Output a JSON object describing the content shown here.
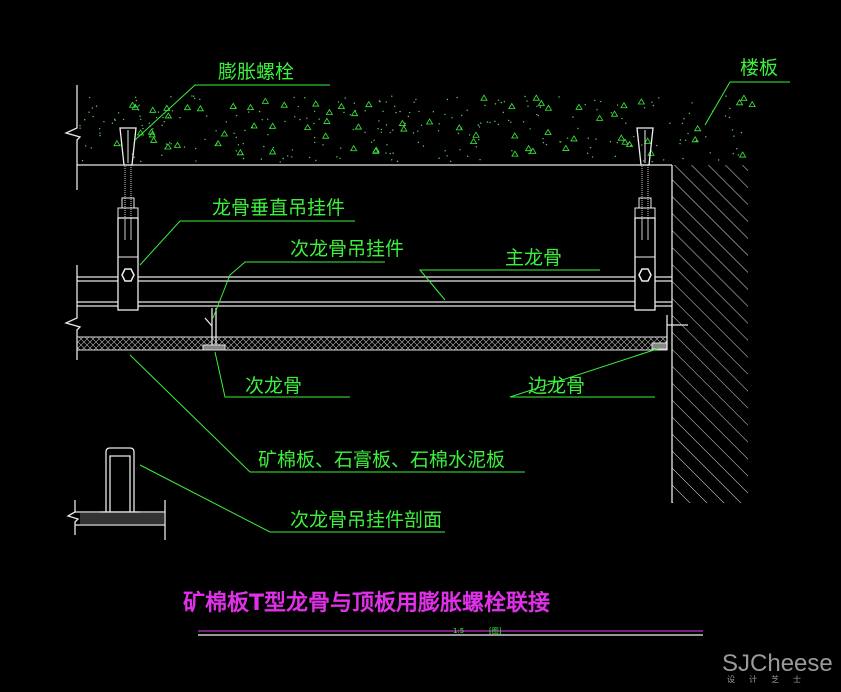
{
  "labels": {
    "expansion_bolt": "膨胀螺栓",
    "floor_slab": "楼板",
    "keel_vertical_hanger": "龙骨垂直吊挂件",
    "secondary_keel_hanger": "次龙骨吊挂件",
    "main_keel": "主龙骨",
    "secondary_keel": "次龙骨",
    "edge_keel": "边龙骨",
    "boards": "矿棉板、石膏板、石棉水泥板",
    "secondary_keel_hanger_section": "次龙骨吊挂件剖面"
  },
  "title": "矿棉板T型龙骨与顶板用膨胀螺栓联接",
  "title_block": {
    "scale": "1:5",
    "tag": "[图]"
  },
  "watermark": {
    "brand": "SJCheese",
    "sub": "设计芝士"
  },
  "colors": {
    "label": "#3cf03c",
    "title": "#e030e8",
    "lines": "#e8e8e8"
  }
}
